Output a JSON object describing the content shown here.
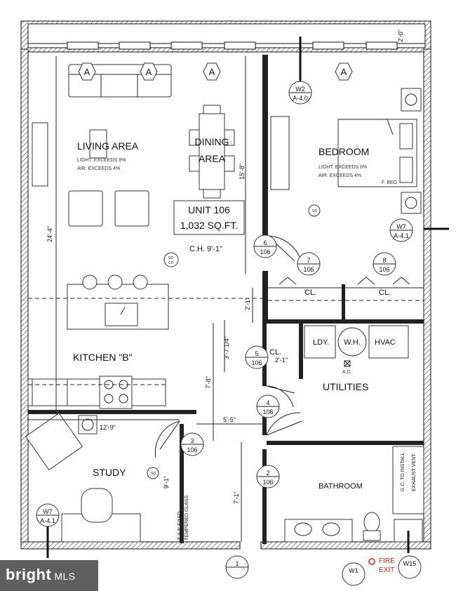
{
  "rooms": {
    "living_area": {
      "name": "LIVING AREA",
      "light_note": "LIGHT: EXCEEDS 8%",
      "air_note": "AIR: EXCEEDS 4%"
    },
    "dining_area": {
      "name_line1": "DINING",
      "name_line2": "AREA"
    },
    "bedroom": {
      "name": "BEDROOM",
      "light_note": "LIGHT: EXCEEDS 8%",
      "air_note": "AIR: EXCEEDS 4%",
      "bed_label": "F. BED"
    },
    "kitchen": {
      "name": "KITCHEN \"B\""
    },
    "study": {
      "name": "STUDY"
    },
    "utilities": {
      "name": "UTILITIES",
      "ldy": "LDY.",
      "wh": "W.H.",
      "hvac": "HVAC",
      "ad": "A.D."
    },
    "bathroom": {
      "name": "BATHROOM",
      "vent_line1": "G.C. TO INSTALL",
      "vent_line2": "EXHAUST VENT"
    },
    "closets": {
      "cl1": "CL.",
      "cl2": "CL.",
      "cl3": "CL."
    }
  },
  "unit": {
    "number": "UNIT 106",
    "area": "1,032 SQ.FT.",
    "ceiling": "C.H. 9'-1\""
  },
  "dimensions": {
    "top_right": "2'-0\"",
    "living_height": "24'-4\"",
    "dining_height": "15'-8\"",
    "closet_depth": "2'-1\"",
    "utility_depth": "3'-7 1/4\"",
    "cl_width": "2'-1\"",
    "hall_height": "7'-8\"",
    "hall_width": "5'-5\"",
    "study_width": "12'-9\"",
    "study_height": "9'-1\"",
    "bath_hall": "7'-1\""
  },
  "glass_note_line1": "3' X 5' FIXED",
  "glass_note_line2": "TEMPERED GLASS",
  "smoke_detectors": {
    "sd": "SD",
    "sd_co_1": "SD",
    "sd_co_2": "CO"
  },
  "window_tags": [
    "A",
    "A",
    "A",
    "A"
  ],
  "section_tags": [
    {
      "top": "W2",
      "bottom": "A-4.0"
    },
    {
      "top": "W7",
      "bottom": "A-4.1"
    },
    {
      "top": "W7",
      "bottom": "A-4.1"
    },
    {
      "top": "W15",
      "bottom": ""
    },
    {
      "top": "W1",
      "bottom": ""
    }
  ],
  "door_tags": [
    {
      "top": "6",
      "bottom": "106"
    },
    {
      "top": "7",
      "bottom": "106"
    },
    {
      "top": "8",
      "bottom": "106"
    },
    {
      "top": "5",
      "bottom": "106"
    },
    {
      "top": "4",
      "bottom": "106"
    },
    {
      "top": "3",
      "bottom": "106"
    },
    {
      "top": "2",
      "bottom": "106"
    },
    {
      "top": "1",
      "bottom": ""
    }
  ],
  "fire_exit_line1": "FIRE",
  "fire_exit_line2": "EXIT",
  "watermark": {
    "brand": "bright",
    "suffix": "MLS"
  },
  "colors": {
    "wall": "#222222",
    "fire": "#cc2222",
    "watermark_bg": "#3a3a3a"
  }
}
